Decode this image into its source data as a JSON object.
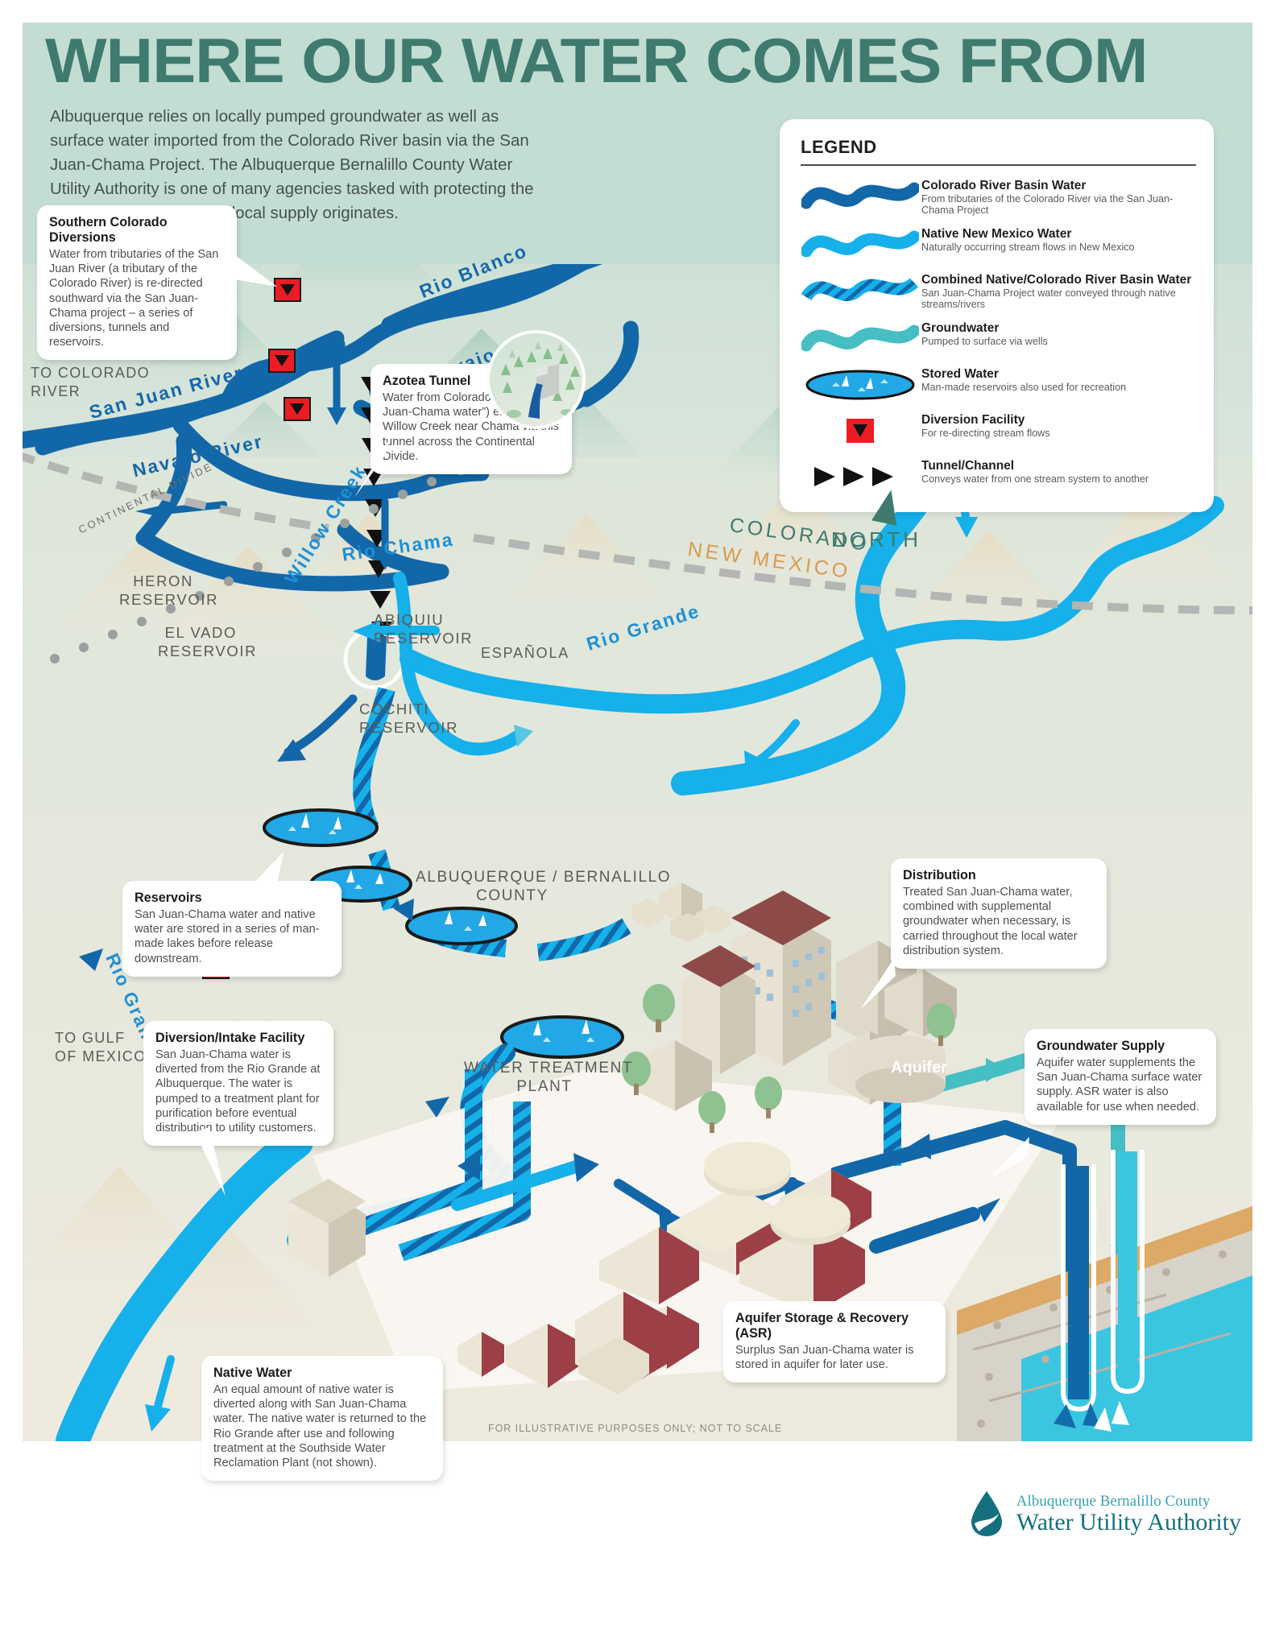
{
  "header": {
    "title": "WHERE OUR WATER COMES FROM",
    "intro": "Albuquerque relies on locally pumped groundwater as well as surface water imported from the Colorado River basin via the San Juan-Chama Project. The Albuquerque Bernalillo County Water Utility Authority is one of many agencies tasked with protecting the watersheds in which our local supply originates.",
    "band_color": "#c3ddd2",
    "title_color": "#3f7a6e"
  },
  "legend": {
    "heading": "LEGEND",
    "items": [
      {
        "icon": "wave-dark-blue",
        "title": "Colorado River Basin Water",
        "desc": "From tributaries of the Colorado River via the San Juan-Chama Project",
        "color": "#1267a8"
      },
      {
        "icon": "wave-bright-blue",
        "title": "Native New Mexico Water",
        "desc": "Naturally occurring stream flows in New Mexico",
        "color": "#16b0ea"
      },
      {
        "icon": "wave-striped",
        "title": "Combined Native/Colorado River Basin Water",
        "desc": "San Juan-Chama Project water conveyed through native streams/rivers",
        "color": "#16b0ea"
      },
      {
        "icon": "wave-teal",
        "title": "Groundwater",
        "desc": "Pumped to surface via wells",
        "color": "#45bec4"
      },
      {
        "icon": "reservoir-ellipse",
        "title": "Stored Water",
        "desc": "Man-made reservoirs also used for recreation",
        "color": "#22a8e6"
      },
      {
        "icon": "diversion-red-square",
        "title": "Diversion Facility",
        "desc": "For re-directing stream flows",
        "color": "#ed1c24"
      },
      {
        "icon": "triple-arrow",
        "title": "Tunnel/Channel",
        "desc": "Conveys water from one stream system to another",
        "color": "#111111"
      }
    ]
  },
  "callouts": [
    {
      "name": "southern-colorado-diversions",
      "title": "Southern Colorado Diversions",
      "body": "Water from tributaries of the San Juan River (a tributary of the Colorado River) is re-directed southward via the San Juan-Chama project – a series of diversions, tunnels and reservoirs."
    },
    {
      "name": "azotea-tunnel",
      "title": "Azotea Tunnel",
      "body": "Water from Colorado (called “San Juan-Chama water”) empties into Willow Creek near Chama via this tunnel across the Continental Divide."
    },
    {
      "name": "reservoirs",
      "title": "Reservoirs",
      "body": "San Juan-Chama water and native water are stored in a series of man-made lakes before release downstream."
    },
    {
      "name": "diversion-intake-facility",
      "title": "Diversion/Intake Facility",
      "body": "San Juan-Chama water is diverted from the Rio Grande at Albuquerque. The water is pumped to a treatment plant for purification before eventual distribution to utility customers."
    },
    {
      "name": "native-water",
      "title": "Native Water",
      "body": "An equal amount of native water is diverted along with San Juan-Chama water. The native water is returned to the Rio Grande after use and following treatment at the Southside Water Reclamation Plant (not shown)."
    },
    {
      "name": "distribution",
      "title": "Distribution",
      "body": "Treated San Juan-Chama water, combined with supplemental groundwater when necessary, is carried throughout the local water distribution system."
    },
    {
      "name": "groundwater-supply",
      "title": "Groundwater Supply",
      "body": "Aquifer water supplements the San Juan-Chama surface water supply. ASR water is also available for use when needed."
    },
    {
      "name": "aquifer-storage-recovery",
      "title": "Aquifer Storage & Recovery (ASR)",
      "body": "Surplus San Juan-Chama water is stored in aquifer for later use."
    }
  ],
  "map_labels": {
    "rio_blanco": "Rio Blanco",
    "little_navajo": "Little Navajo",
    "san_juan_river": "San Juan River",
    "navajo_river": "Navajo River",
    "to_colorado_river": "TO COLORADO\nRIVER",
    "continental_divide": "CONTINENTAL DIVIDE",
    "willow_creek": "Willow Creek",
    "rio_chama": "Rio Chama",
    "rio_grande_upper": "Rio Grande",
    "rio_grande_lower": "Rio Grande",
    "heron_reservoir": "HERON\nRESERVOIR",
    "el_vado_reservoir": "EL VADO\nRESERVOIR",
    "abiquiu_reservoir": "ABIQUIU\nRESERVOIR",
    "cochiti_reservoir": "COCHITI\nRESERVOIR",
    "espanola": "ESPAÑOLA",
    "colorado": "COLORADO",
    "new_mexico": "NEW MEXICO",
    "north": "NORTH",
    "albuquerque_bernalillo": "ALBUQUERQUE / BERNALILLO\nCOUNTY",
    "water_treatment_plant": "WATER TREATMENT\nPLANT",
    "to_gulf_of_mexico": "TO GULF\nOF MEXICO",
    "aquifer": "Aquifer"
  },
  "footer": {
    "note": "FOR ILLUSTRATIVE PURPOSES ONLY; NOT TO SCALE",
    "logo_line1": "Albuquerque Bernalillo County",
    "logo_line2": "Water Utility Authority",
    "logo_color": "#14707f"
  },
  "colors": {
    "dark_blue": "#1267a8",
    "bright_blue": "#16b0ea",
    "teal": "#45bec4",
    "red": "#ed1c24",
    "header_green": "#3f7a6e",
    "band_green": "#c3ddd2",
    "sand": "#efeade",
    "state_orange": "#d99a4e",
    "state_green": "#3f7a6e"
  }
}
